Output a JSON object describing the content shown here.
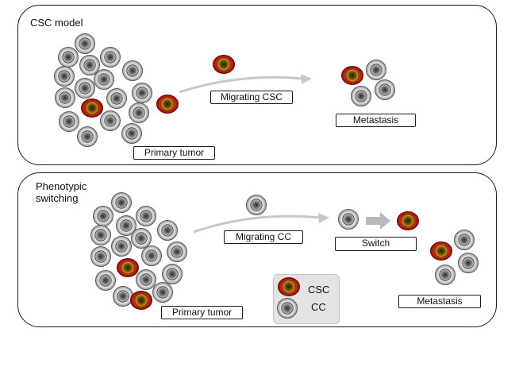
{
  "panels": [
    {
      "title": "CSC model"
    },
    {
      "title_lines": [
        "Phenotypic",
        "switching"
      ]
    }
  ],
  "labels": {
    "primary_tumor": "Primary tumor",
    "migrating_csc": "Migrating CSC",
    "metastasis": "Metastasis",
    "migrating_cc": "Migrating CC",
    "switch": "Switch"
  },
  "legend": [
    {
      "cell": "csc",
      "label": "CSC"
    },
    {
      "cell": "cc",
      "label": "CC"
    }
  ],
  "colors": {
    "csc_outer": "#b01818",
    "csc_inner": "#c49a0c",
    "csc_core": "#3c2a08",
    "cc_outer": "#9a9a9a",
    "cc_inner": "#e8e8e8",
    "cc_core": "#555555",
    "arrow": "#c8c8c8",
    "legend_bg": "#e3e3e3"
  }
}
